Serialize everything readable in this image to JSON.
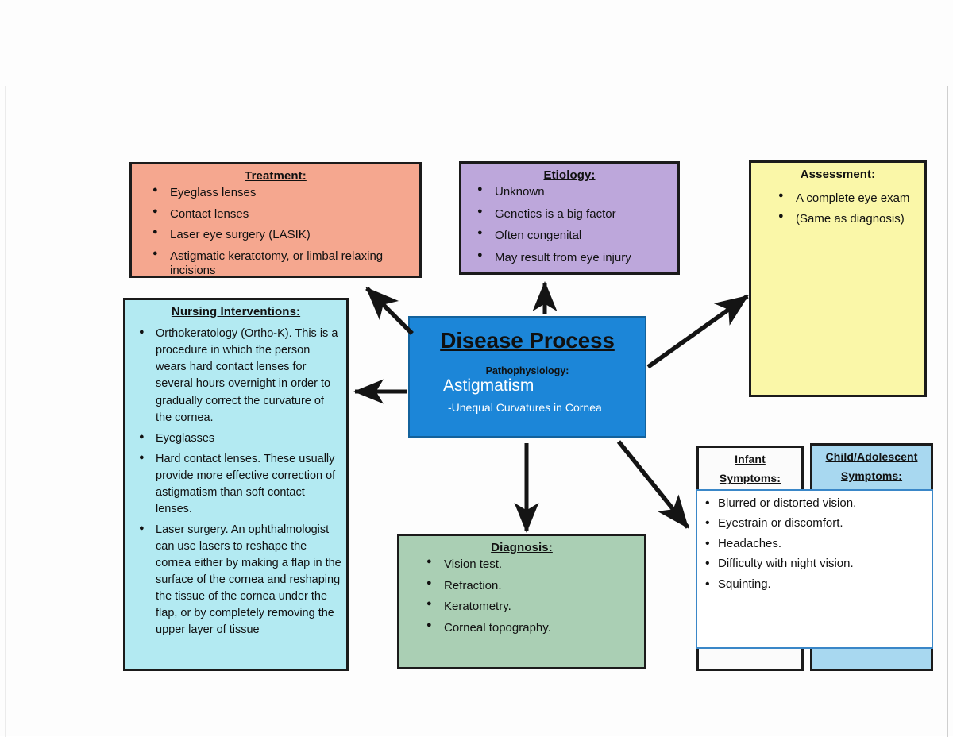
{
  "diagram": {
    "title": "Astigmatism Disease Process Concept Map",
    "center": {
      "heading": "Disease Process",
      "subheading": "Pathophysiology:",
      "condition": "Astigmatism",
      "detail": "-Unequal Curvatures in Cornea",
      "color": "#1C86D8"
    },
    "boxes": [
      {
        "id": "treatment",
        "title": "Treatment:",
        "color": "#F5A78F",
        "items": [
          "Eyeglass lenses",
          "Contact lenses",
          "Laser eye surgery (LASIK)",
          "Astigmatic keratotomy, or limbal relaxing incisions"
        ]
      },
      {
        "id": "etiology",
        "title": "Etiology:",
        "color": "#BDA7DB",
        "items": [
          "Unknown",
          "Genetics is a big factor",
          "Often congenital",
          "May result from eye injury"
        ]
      },
      {
        "id": "assessment",
        "title": "Assessment:",
        "color": "#FAF7A8",
        "items": [
          "A complete eye exam",
          "(Same as diagnosis)"
        ]
      },
      {
        "id": "nursing",
        "title": "Nursing Interventions:",
        "color": "#B3EAF2",
        "items": [
          "Orthokeratology (Ortho-K). This is a procedure in which the person wears hard contact lenses for several hours overnight in order to gradually correct the curvature of the cornea.",
          "Eyeglasses",
          "Hard contact lenses. These usually provide more effective correction of astigmatism than soft contact lenses.",
          "Laser surgery. An ophthalmologist can use lasers to reshape the cornea either by making a flap in the surface of the cornea and reshaping the tissue of the cornea under the flap, or by completely removing the upper layer of tissue"
        ]
      },
      {
        "id": "diagnosis",
        "title": "Diagnosis:",
        "color": "#AACFB4",
        "items": [
          "Vision test.",
          "Refraction.",
          "Keratometry.",
          "Corneal topography."
        ]
      }
    ],
    "symptoms": {
      "infant_title_line1": "Infant",
      "infant_title_line2": "Symptoms:",
      "infant_color": "#FBFBFB",
      "child_title_line1": "Child/Adolescent",
      "child_title_line2": "Symptoms:",
      "child_color": "#A8D8F0",
      "items": [
        "Blurred or distorted vision.",
        "Eyestrain or discomfort.",
        "Headaches.",
        "Difficulty with night vision.",
        "Squinting."
      ]
    },
    "arrows": [
      {
        "name": "arrow-to-treatment",
        "direction": "up-left"
      },
      {
        "name": "arrow-to-etiology",
        "direction": "up"
      },
      {
        "name": "arrow-to-assessment",
        "direction": "up-right"
      },
      {
        "name": "arrow-to-nursing-interventions",
        "direction": "left"
      },
      {
        "name": "arrow-to-diagnosis",
        "direction": "down"
      },
      {
        "name": "arrow-to-symptoms",
        "direction": "down-right"
      }
    ]
  }
}
